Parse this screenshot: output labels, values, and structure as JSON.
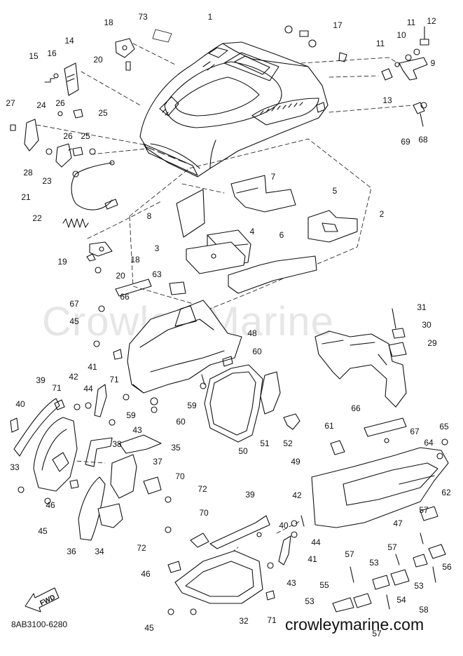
{
  "watermark": "Crowley Marine",
  "drawing_code": "8AB3100-6280",
  "site": "crowleymarine.com",
  "fwd_label": "FWD",
  "callouts": [
    {
      "t": "1"
    },
    {
      "t": "73"
    },
    {
      "t": "18"
    },
    {
      "t": "17"
    },
    {
      "t": "11"
    },
    {
      "t": "12"
    },
    {
      "t": "10"
    },
    {
      "t": "11"
    },
    {
      "t": "9"
    },
    {
      "t": "14"
    },
    {
      "t": "15"
    },
    {
      "t": "16"
    },
    {
      "t": "20"
    },
    {
      "t": "13"
    },
    {
      "t": "27"
    },
    {
      "t": "24"
    },
    {
      "t": "26"
    },
    {
      "t": "25"
    },
    {
      "t": "26"
    },
    {
      "t": "25"
    },
    {
      "t": "69"
    },
    {
      "t": "68"
    },
    {
      "t": "28"
    },
    {
      "t": "23"
    },
    {
      "t": "21"
    },
    {
      "t": "7"
    },
    {
      "t": "5"
    },
    {
      "t": "2"
    },
    {
      "t": "8"
    },
    {
      "t": "4"
    },
    {
      "t": "6"
    },
    {
      "t": "22"
    },
    {
      "t": "3"
    },
    {
      "t": "18"
    },
    {
      "t": "19"
    },
    {
      "t": "20"
    },
    {
      "t": "63"
    },
    {
      "t": "66"
    },
    {
      "t": "31"
    },
    {
      "t": "67"
    },
    {
      "t": "30"
    },
    {
      "t": "45"
    },
    {
      "t": "48"
    },
    {
      "t": "29"
    },
    {
      "t": "60"
    },
    {
      "t": "71"
    },
    {
      "t": "39"
    },
    {
      "t": "41"
    },
    {
      "t": "42"
    },
    {
      "t": "44"
    },
    {
      "t": "71"
    },
    {
      "t": "40"
    },
    {
      "t": "59"
    },
    {
      "t": "59"
    },
    {
      "t": "60"
    },
    {
      "t": "43"
    },
    {
      "t": "66"
    },
    {
      "t": "61"
    },
    {
      "t": "67"
    },
    {
      "t": "65"
    },
    {
      "t": "38"
    },
    {
      "t": "35"
    },
    {
      "t": "50"
    },
    {
      "t": "51"
    },
    {
      "t": "52"
    },
    {
      "t": "64"
    },
    {
      "t": "33"
    },
    {
      "t": "37"
    },
    {
      "t": "49"
    },
    {
      "t": "70"
    },
    {
      "t": "72"
    },
    {
      "t": "62"
    },
    {
      "t": "46"
    },
    {
      "t": "45"
    },
    {
      "t": "39"
    },
    {
      "t": "42"
    },
    {
      "t": "70"
    },
    {
      "t": "57"
    },
    {
      "t": "47"
    },
    {
      "t": "40"
    },
    {
      "t": "44"
    },
    {
      "t": "36"
    },
    {
      "t": "34"
    },
    {
      "t": "72"
    },
    {
      "t": "57"
    },
    {
      "t": "41"
    },
    {
      "t": "56"
    },
    {
      "t": "57"
    },
    {
      "t": "46"
    },
    {
      "t": "53"
    },
    {
      "t": "43"
    },
    {
      "t": "53"
    },
    {
      "t": "55"
    },
    {
      "t": "54"
    },
    {
      "t": "58"
    },
    {
      "t": "53"
    },
    {
      "t": "71"
    },
    {
      "t": "32"
    },
    {
      "t": "45"
    },
    {
      "t": "57"
    }
  ]
}
